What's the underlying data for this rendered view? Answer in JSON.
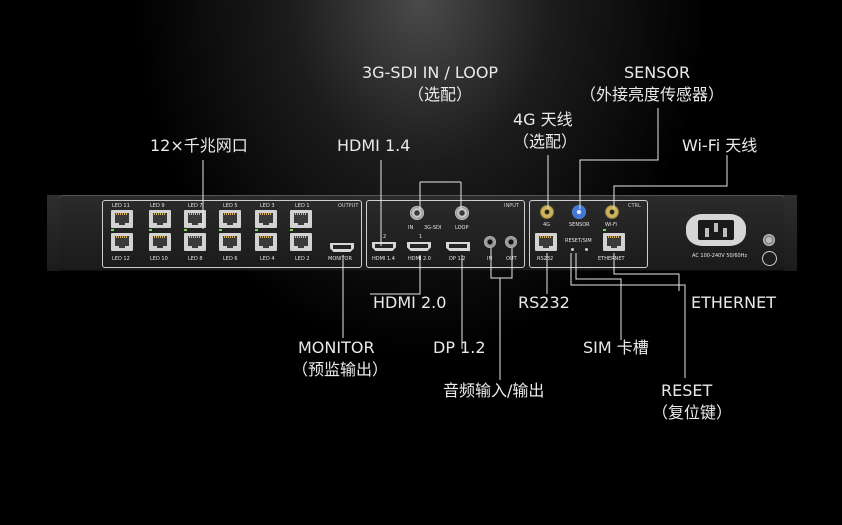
{
  "callouts": {
    "sdi_title": "3G-SDI IN / LOOP",
    "sdi_sub": "（选配）",
    "sensor_title": "SENSOR",
    "sensor_sub": "（外接亮度传感器）",
    "g4_title": "4G 天线",
    "g4_sub": "（选配）",
    "gige": "12×千兆网口",
    "hdmi14": "HDMI 1.4",
    "wifi": "Wi-Fi 天线",
    "hdmi20": "HDMI 2.0",
    "rs232": "RS232",
    "ethernet": "ETHERNET",
    "monitor_title": "MONITOR",
    "monitor_sub": "（预监输出）",
    "dp12": "DP 1.2",
    "sim": "SIM 卡槽",
    "audio": "音频输入/输出",
    "reset_title": "RESET",
    "reset_sub": "（复位键）"
  },
  "device": {
    "output_label": "OUTPUT",
    "input_label": "INPUT",
    "ctrl_label": "CTRL",
    "led_top": [
      "LED 11",
      "LED 9",
      "LED 7",
      "LED 5",
      "LED 3",
      "LED 1"
    ],
    "led_bottom": [
      "LED 12",
      "LED 10",
      "LED 8",
      "LED 6",
      "LED 4",
      "LED 2"
    ],
    "monitor": "MONITOR",
    "hdmi_port_1": "HDMI 1.4",
    "hdmi_port_2": "HDMI 2.0",
    "dp_port": "DP 1.2",
    "hdmi_num_2": "2",
    "hdmi_num_1": "1",
    "sdi_in": "IN",
    "sdi_mid": "3G-SDI",
    "sdi_loop": "LOOP",
    "audio_in": "IN",
    "audio_out": "OUT",
    "g4": "4G",
    "sensor": "SENSOR",
    "wifi": "Wi-Fi",
    "rs232": "RS232",
    "reset_sim": "RESET/SIM",
    "ethernet": "ETHERNET",
    "power_rating": "AC 100-240V 50/60Hz"
  }
}
